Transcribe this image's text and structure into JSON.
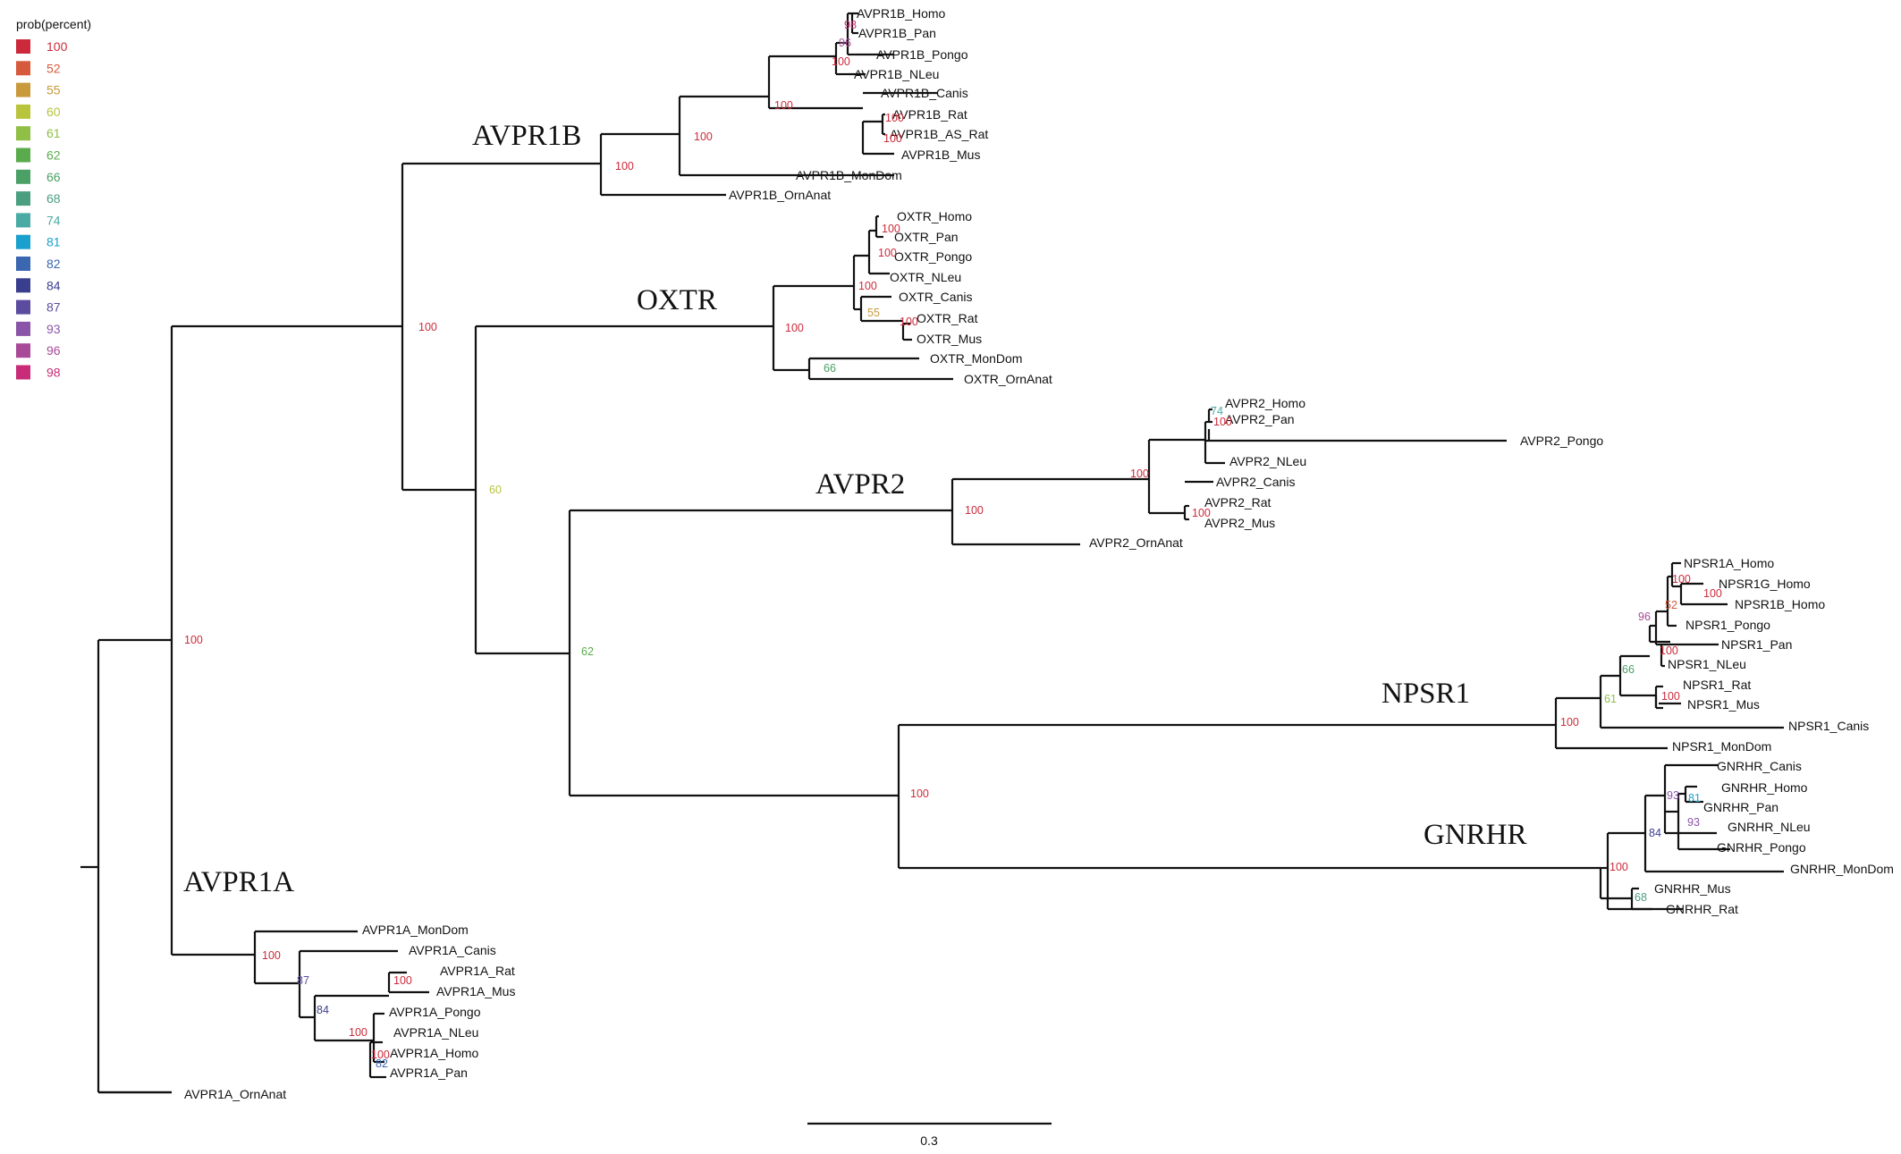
{
  "legend": {
    "title": "prob(percent)",
    "items": [
      {
        "label": "100",
        "color": "#cc2a3a"
      },
      {
        "label": "52",
        "color": "#d65a3c"
      },
      {
        "label": "55",
        "color": "#c99a3c"
      },
      {
        "label": "60",
        "color": "#b8c43c"
      },
      {
        "label": "61",
        "color": "#8fbf45"
      },
      {
        "label": "62",
        "color": "#5aab4c"
      },
      {
        "label": "66",
        "color": "#4aa065"
      },
      {
        "label": "68",
        "color": "#4a9f80"
      },
      {
        "label": "74",
        "color": "#4aaaa4"
      },
      {
        "label": "81",
        "color": "#1aa0cc"
      },
      {
        "label": "82",
        "color": "#3b66b0"
      },
      {
        "label": "84",
        "color": "#3a3e8e"
      },
      {
        "label": "87",
        "color": "#5b4ca0"
      },
      {
        "label": "93",
        "color": "#8a55a8"
      },
      {
        "label": "96",
        "color": "#a84a98"
      },
      {
        "label": "98",
        "color": "#c82c78"
      }
    ]
  },
  "clades": [
    {
      "id": "avpr1b",
      "label": "AVPR1B"
    },
    {
      "id": "oxtr",
      "label": "OXTR"
    },
    {
      "id": "avpr2",
      "label": "AVPR2"
    },
    {
      "id": "npsr1",
      "label": "NPSR1"
    },
    {
      "id": "gnrhr",
      "label": "GNRHR"
    },
    {
      "id": "avpr1a",
      "label": "AVPR1A"
    }
  ],
  "tips": [
    {
      "id": "t01",
      "label": "AVPR1B_Homo"
    },
    {
      "id": "t02",
      "label": "AVPR1B_Pan"
    },
    {
      "id": "t03",
      "label": "AVPR1B_Pongo"
    },
    {
      "id": "t04",
      "label": "AVPR1B_NLeu"
    },
    {
      "id": "t05",
      "label": "AVPR1B_Canis"
    },
    {
      "id": "t06",
      "label": "AVPR1B_Rat"
    },
    {
      "id": "t07",
      "label": "AVPR1B_AS_Rat"
    },
    {
      "id": "t08",
      "label": "AVPR1B_Mus"
    },
    {
      "id": "t09",
      "label": "AVPR1B_MonDom"
    },
    {
      "id": "t10",
      "label": "AVPR1B_OrnAnat"
    },
    {
      "id": "t11",
      "label": "OXTR_Homo"
    },
    {
      "id": "t12",
      "label": "OXTR_Pan"
    },
    {
      "id": "t13",
      "label": "OXTR_Pongo"
    },
    {
      "id": "t14",
      "label": "OXTR_NLeu"
    },
    {
      "id": "t15",
      "label": "OXTR_Canis"
    },
    {
      "id": "t16",
      "label": "OXTR_Rat"
    },
    {
      "id": "t17",
      "label": "OXTR_Mus"
    },
    {
      "id": "t18",
      "label": "OXTR_MonDom"
    },
    {
      "id": "t19",
      "label": "OXTR_OrnAnat"
    },
    {
      "id": "t20",
      "label": "AVPR2_Homo"
    },
    {
      "id": "t21",
      "label": "AVPR2_Pan"
    },
    {
      "id": "t22",
      "label": "AVPR2_Pongo"
    },
    {
      "id": "t23",
      "label": "AVPR2_NLeu"
    },
    {
      "id": "t24",
      "label": "AVPR2_Canis"
    },
    {
      "id": "t25",
      "label": "AVPR2_Rat"
    },
    {
      "id": "t26",
      "label": "AVPR2_Mus"
    },
    {
      "id": "t27",
      "label": "AVPR2_OrnAnat"
    },
    {
      "id": "t28",
      "label": "NPSR1A_Homo"
    },
    {
      "id": "t29",
      "label": "NPSR1G_Homo"
    },
    {
      "id": "t30",
      "label": "NPSR1B_Homo"
    },
    {
      "id": "t31",
      "label": "NPSR1_Pongo"
    },
    {
      "id": "t32",
      "label": "NPSR1_Pan"
    },
    {
      "id": "t33",
      "label": "NPSR1_NLeu"
    },
    {
      "id": "t34",
      "label": "NPSR1_Rat"
    },
    {
      "id": "t35",
      "label": "NPSR1_Mus"
    },
    {
      "id": "t36",
      "label": "NPSR1_Canis"
    },
    {
      "id": "t37",
      "label": "NPSR1_MonDom"
    },
    {
      "id": "t38",
      "label": "GNRHR_Canis"
    },
    {
      "id": "t39",
      "label": "GNRHR_Homo"
    },
    {
      "id": "t40",
      "label": "GNRHR_Pan"
    },
    {
      "id": "t41",
      "label": "GNRHR_NLeu"
    },
    {
      "id": "t42",
      "label": "GNRHR_Pongo"
    },
    {
      "id": "t43",
      "label": "GNRHR_MonDom"
    },
    {
      "id": "t44",
      "label": "GNRHR_Mus"
    },
    {
      "id": "t45",
      "label": "GNRHR_Rat"
    },
    {
      "id": "t46",
      "label": "AVPR1A_MonDom"
    },
    {
      "id": "t47",
      "label": "AVPR1A_Canis"
    },
    {
      "id": "t48",
      "label": "AVPR1A_Rat"
    },
    {
      "id": "t49",
      "label": "AVPR1A_Mus"
    },
    {
      "id": "t50",
      "label": "AVPR1A_Pongo"
    },
    {
      "id": "t51",
      "label": "AVPR1A_NLeu"
    },
    {
      "id": "t52",
      "label": "AVPR1A_Homo"
    },
    {
      "id": "t53",
      "label": "AVPR1A_Pan"
    },
    {
      "id": "t54",
      "label": "AVPR1A_OrnAnat"
    }
  ],
  "supports": [
    {
      "id": "s01",
      "value": "98"
    },
    {
      "id": "s02",
      "value": "96"
    },
    {
      "id": "s03",
      "value": "100"
    },
    {
      "id": "s04",
      "value": "100"
    },
    {
      "id": "s05",
      "value": "100"
    },
    {
      "id": "s06",
      "value": "100"
    },
    {
      "id": "s07",
      "value": "100"
    },
    {
      "id": "s08",
      "value": "100"
    },
    {
      "id": "s09",
      "value": "100"
    },
    {
      "id": "s10",
      "value": "100"
    },
    {
      "id": "s11",
      "value": "100"
    },
    {
      "id": "s12",
      "value": "100"
    },
    {
      "id": "s13",
      "value": "55"
    },
    {
      "id": "s14",
      "value": "100"
    },
    {
      "id": "s15",
      "value": "100"
    },
    {
      "id": "s16",
      "value": "66"
    },
    {
      "id": "s17",
      "value": "100"
    },
    {
      "id": "s18",
      "value": "74"
    },
    {
      "id": "s19",
      "value": "100"
    },
    {
      "id": "s20",
      "value": "100"
    },
    {
      "id": "s21",
      "value": "100"
    },
    {
      "id": "s22",
      "value": "100"
    },
    {
      "id": "s23",
      "value": "60"
    },
    {
      "id": "s24",
      "value": "100"
    },
    {
      "id": "s25",
      "value": "100"
    },
    {
      "id": "s26",
      "value": "52"
    },
    {
      "id": "s27",
      "value": "96"
    },
    {
      "id": "s28",
      "value": "100"
    },
    {
      "id": "s29",
      "value": "66"
    },
    {
      "id": "s30",
      "value": "100"
    },
    {
      "id": "s31",
      "value": "61"
    },
    {
      "id": "s32",
      "value": "100"
    },
    {
      "id": "s33",
      "value": "93"
    },
    {
      "id": "s34",
      "value": "81"
    },
    {
      "id": "s35",
      "value": "93"
    },
    {
      "id": "s36",
      "value": "84"
    },
    {
      "id": "s37",
      "value": "68"
    },
    {
      "id": "s38",
      "value": "100"
    },
    {
      "id": "s39",
      "value": "100"
    },
    {
      "id": "s40",
      "value": "62"
    },
    {
      "id": "s41",
      "value": "100"
    },
    {
      "id": "s42",
      "value": "100"
    },
    {
      "id": "s43",
      "value": "87"
    },
    {
      "id": "s44",
      "value": "100"
    },
    {
      "id": "s45",
      "value": "84"
    },
    {
      "id": "s46",
      "value": "100"
    },
    {
      "id": "s47",
      "value": "82"
    }
  ],
  "scale_bar": {
    "label": "0.3"
  }
}
